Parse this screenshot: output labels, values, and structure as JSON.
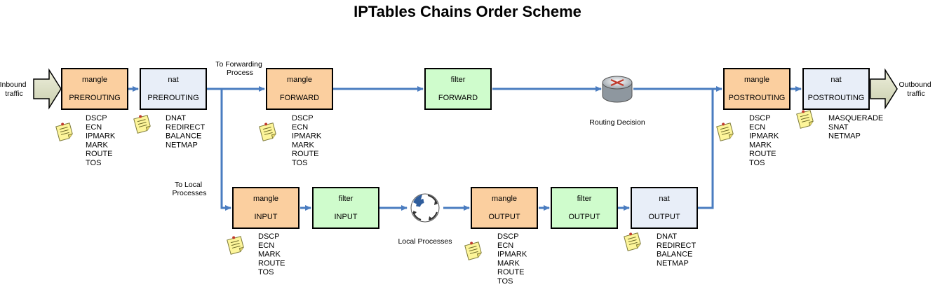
{
  "title": "IPTables Chains Order Scheme",
  "colors": {
    "mangle": "#fbcf9f",
    "nat": "#e8eef8",
    "filter": "#cffccc",
    "arrow": "#4a7cc0",
    "border": "#000000"
  },
  "chains": [
    {
      "id": "mangle-prerouting",
      "table": "mangle",
      "chain": "PREROUTING",
      "targets": [
        "DSCP",
        "ECN",
        "IPMARK",
        "MARK",
        "ROUTE",
        "TOS"
      ]
    },
    {
      "id": "nat-prerouting",
      "table": "nat",
      "chain": "PREROUTING",
      "targets": [
        "DNAT",
        "REDIRECT",
        "BALANCE",
        "NETMAP"
      ]
    },
    {
      "id": "mangle-forward",
      "table": "mangle",
      "chain": "FORWARD",
      "targets": [
        "DSCP",
        "ECN",
        "IPMARK",
        "MARK",
        "ROUTE",
        "TOS"
      ]
    },
    {
      "id": "filter-forward",
      "table": "filter",
      "chain": "FORWARD",
      "targets": []
    },
    {
      "id": "mangle-postrouting",
      "table": "mangle",
      "chain": "POSTROUTING",
      "targets": [
        "DSCP",
        "ECN",
        "IPMARK",
        "MARK",
        "ROUTE",
        "TOS"
      ]
    },
    {
      "id": "nat-postrouting",
      "table": "nat",
      "chain": "POSTROUTING",
      "targets": [
        "MASQUERADE",
        "SNAT",
        "NETMAP"
      ]
    },
    {
      "id": "mangle-input",
      "table": "mangle",
      "chain": "INPUT",
      "targets": [
        "DSCP",
        "ECN",
        "MARK",
        "ROUTE",
        "TOS"
      ]
    },
    {
      "id": "filter-input",
      "table": "filter",
      "chain": "INPUT",
      "targets": []
    },
    {
      "id": "mangle-output",
      "table": "mangle",
      "chain": "OUTPUT",
      "targets": [
        "DSCP",
        "ECN",
        "IPMARK",
        "MARK",
        "ROUTE",
        "TOS"
      ]
    },
    {
      "id": "filter-output",
      "table": "filter",
      "chain": "OUTPUT",
      "targets": []
    },
    {
      "id": "nat-output",
      "table": "nat",
      "chain": "OUTPUT",
      "targets": [
        "DNAT",
        "REDIRECT",
        "BALANCE",
        "NETMAP"
      ]
    }
  ],
  "labels": {
    "inbound": [
      "Inbound",
      "traffic"
    ],
    "outbound": [
      "Outbound",
      "traffic"
    ],
    "to_forwarding": [
      "To Forwarding",
      "Process"
    ],
    "to_local": [
      "To Local",
      "Processes"
    ],
    "routing_decision": "Routing Decision",
    "local_processes": "Local Processes"
  },
  "icons": {
    "note": "sticky-note-icon",
    "router": "router-icon",
    "process": "cycle-arrows-icon"
  }
}
